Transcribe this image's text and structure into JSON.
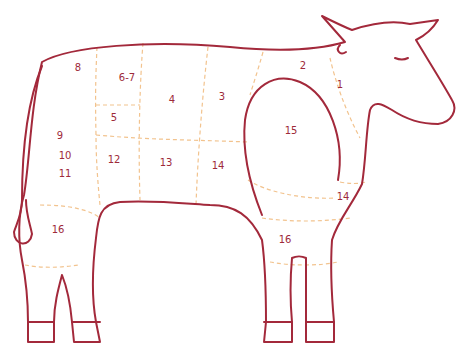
{
  "diagram": {
    "labels": [
      "8",
      "6-7",
      "2",
      "1",
      "5",
      "4",
      "3",
      "15",
      "9",
      "10",
      "11",
      "12",
      "13",
      "14",
      "14",
      "16",
      "16"
    ]
  }
}
